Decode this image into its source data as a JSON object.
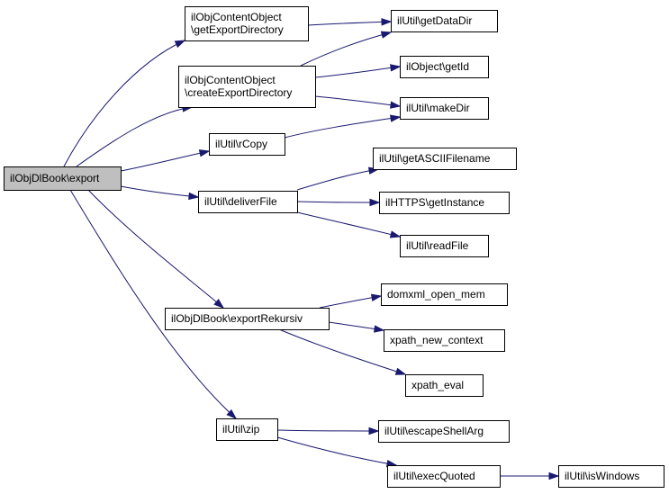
{
  "diagram": {
    "nodes": [
      {
        "id": "root",
        "lines": [
          "ilObjDlBook\\export"
        ],
        "root": true
      },
      {
        "id": "getExportDirectory",
        "lines": [
          "ilObjContentObject",
          "\\getExportDirectory"
        ]
      },
      {
        "id": "createExportDirectory",
        "lines": [
          "ilObjContentObject",
          "\\createExportDirectory"
        ]
      },
      {
        "id": "rCopy",
        "lines": [
          "ilUtil\\rCopy"
        ]
      },
      {
        "id": "deliverFile",
        "lines": [
          "ilUtil\\deliverFile"
        ]
      },
      {
        "id": "exportRekursiv",
        "lines": [
          "ilObjDlBook\\exportRekursiv"
        ]
      },
      {
        "id": "zip",
        "lines": [
          "ilUtil\\zip"
        ]
      },
      {
        "id": "getDataDir",
        "lines": [
          "ilUtil\\getDataDir"
        ]
      },
      {
        "id": "getId",
        "lines": [
          "ilObject\\getId"
        ]
      },
      {
        "id": "makeDir",
        "lines": [
          "ilUtil\\makeDir"
        ]
      },
      {
        "id": "getASCIIFilename",
        "lines": [
          "ilUtil\\getASCIIFilename"
        ]
      },
      {
        "id": "getInstance",
        "lines": [
          "ilHTTPS\\getInstance"
        ]
      },
      {
        "id": "readFile",
        "lines": [
          "ilUtil\\readFile"
        ]
      },
      {
        "id": "domxml_open_mem",
        "lines": [
          "domxml_open_mem"
        ]
      },
      {
        "id": "xpath_new_context",
        "lines": [
          "xpath_new_context"
        ]
      },
      {
        "id": "xpath_eval",
        "lines": [
          "xpath_eval"
        ]
      },
      {
        "id": "escapeShellArg",
        "lines": [
          "ilUtil\\escapeShellArg"
        ]
      },
      {
        "id": "execQuoted",
        "lines": [
          "ilUtil\\execQuoted"
        ]
      },
      {
        "id": "isWindows",
        "lines": [
          "ilUtil\\isWindows"
        ]
      }
    ],
    "edges": [
      {
        "from": "root",
        "to": "getExportDirectory"
      },
      {
        "from": "root",
        "to": "createExportDirectory"
      },
      {
        "from": "root",
        "to": "rCopy"
      },
      {
        "from": "root",
        "to": "deliverFile"
      },
      {
        "from": "root",
        "to": "exportRekursiv"
      },
      {
        "from": "root",
        "to": "zip"
      },
      {
        "from": "getExportDirectory",
        "to": "getDataDir"
      },
      {
        "from": "createExportDirectory",
        "to": "getDataDir"
      },
      {
        "from": "createExportDirectory",
        "to": "getId"
      },
      {
        "from": "createExportDirectory",
        "to": "makeDir"
      },
      {
        "from": "rCopy",
        "to": "makeDir"
      },
      {
        "from": "deliverFile",
        "to": "getASCIIFilename"
      },
      {
        "from": "deliverFile",
        "to": "getInstance"
      },
      {
        "from": "deliverFile",
        "to": "readFile"
      },
      {
        "from": "exportRekursiv",
        "to": "domxml_open_mem"
      },
      {
        "from": "exportRekursiv",
        "to": "xpath_new_context"
      },
      {
        "from": "exportRekursiv",
        "to": "xpath_eval"
      },
      {
        "from": "zip",
        "to": "escapeShellArg"
      },
      {
        "from": "zip",
        "to": "execQuoted"
      },
      {
        "from": "execQuoted",
        "to": "isWindows"
      }
    ]
  }
}
